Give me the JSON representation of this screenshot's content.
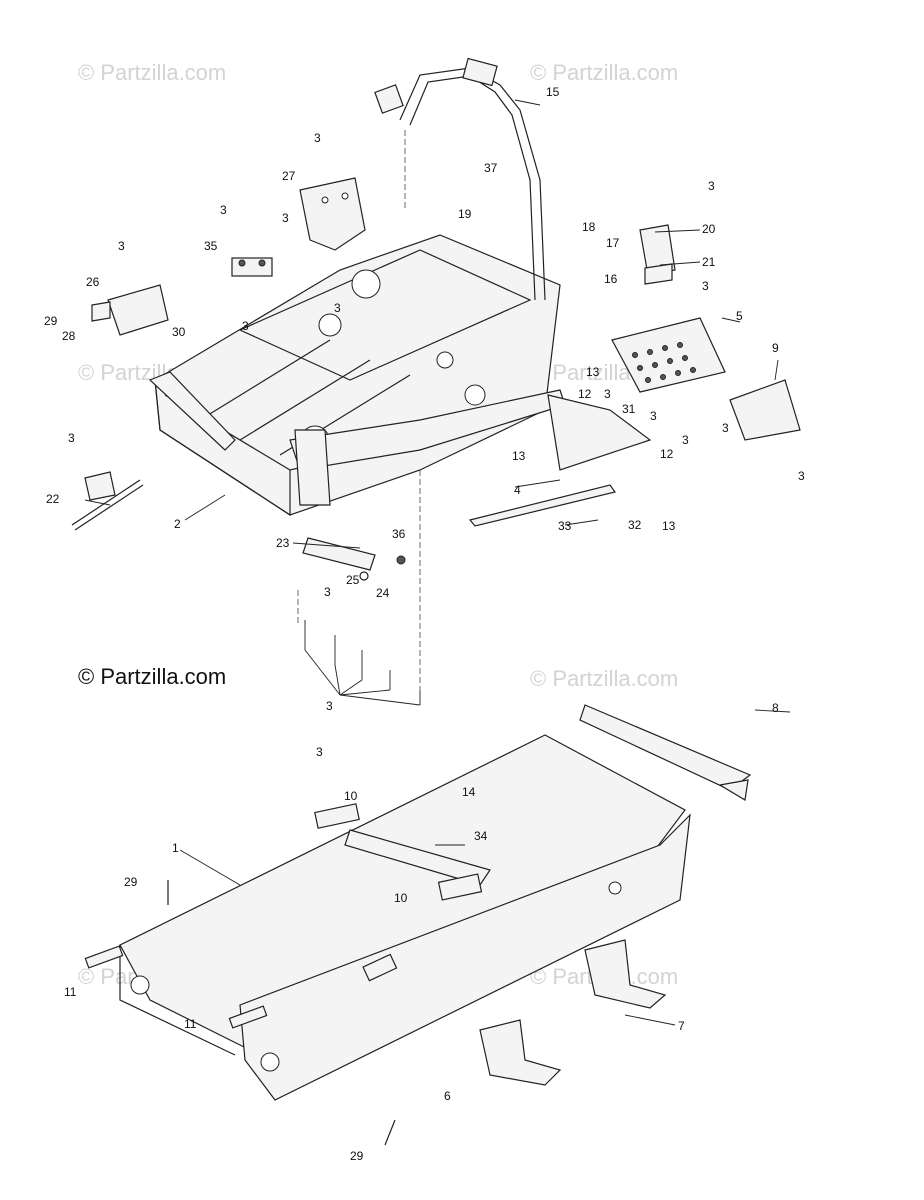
{
  "watermark": "© Partzilla.com",
  "copyright": "© Partzilla.com",
  "callouts": [
    "1",
    "2",
    "3",
    "4",
    "5",
    "6",
    "7",
    "8",
    "9",
    "10",
    "11",
    "12",
    "13",
    "14",
    "15",
    "16",
    "17",
    "18",
    "19",
    "20",
    "21",
    "22",
    "23",
    "24",
    "25",
    "26",
    "27",
    "28",
    "29",
    "30",
    "31",
    "32",
    "33",
    "34",
    "35",
    "36",
    "37"
  ]
}
